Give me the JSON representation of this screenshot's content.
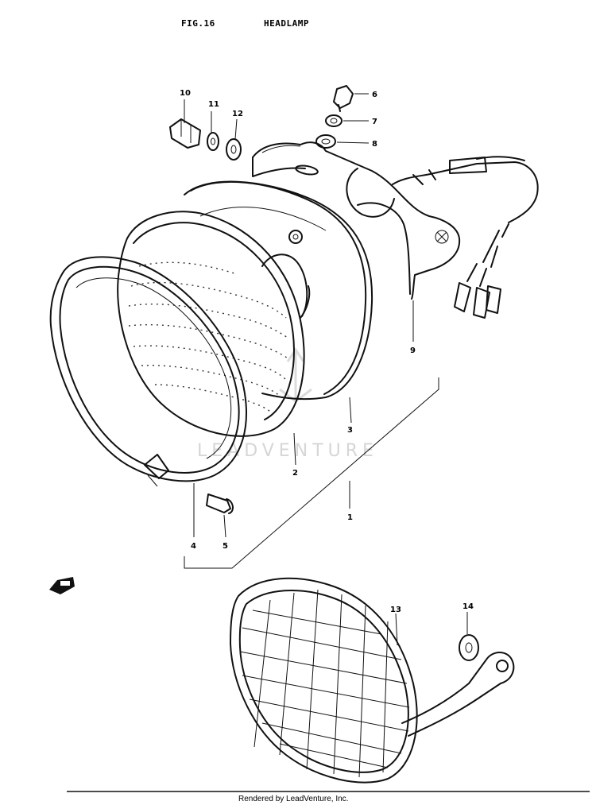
{
  "header": {
    "fig": "FIG.16",
    "title": "HEADLAMP"
  },
  "watermark": "LEADVENTURE",
  "footer": "Rendered by LeadVenture, Inc.",
  "callouts": {
    "c1": "1",
    "c2": "2",
    "c3": "3",
    "c4": "4",
    "c5": "5",
    "c6": "6",
    "c7": "7",
    "c8": "8",
    "c9": "9",
    "c10": "10",
    "c11": "11",
    "c12": "12",
    "c13": "13",
    "c14": "14"
  },
  "colors": {
    "ink": "#111111",
    "paper": "#ffffff",
    "watermark": "#d6d6d6"
  }
}
